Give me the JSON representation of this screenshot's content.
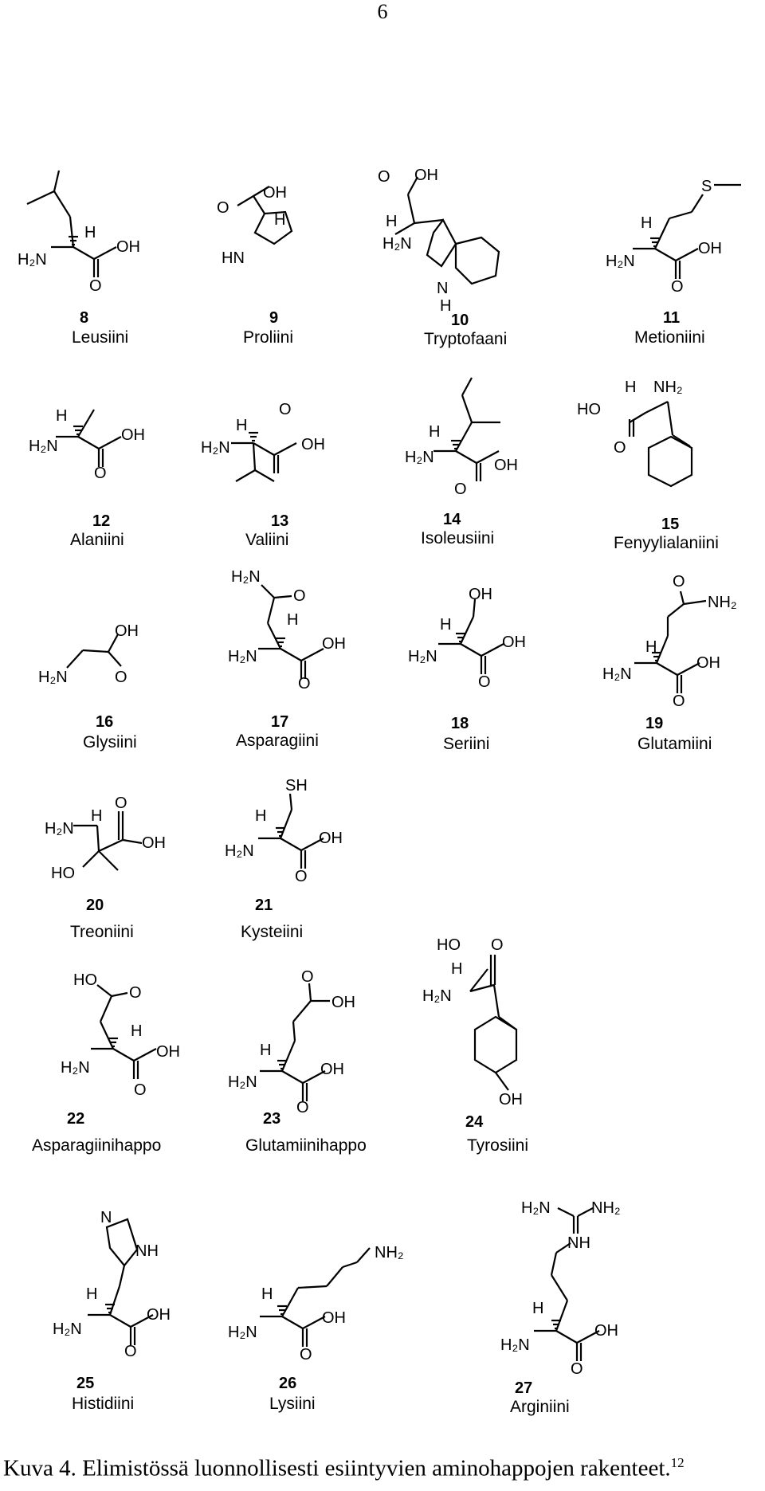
{
  "page_number": "6",
  "compounds": [
    {
      "num": "8",
      "name": "Leusiini"
    },
    {
      "num": "9",
      "name": "Proliini"
    },
    {
      "num": "10",
      "name": "Tryptofaani"
    },
    {
      "num": "11",
      "name": "Metioniini"
    },
    {
      "num": "12",
      "name": "Alaniini"
    },
    {
      "num": "13",
      "name": "Valiini"
    },
    {
      "num": "14",
      "name": "Isoleusiini"
    },
    {
      "num": "15",
      "name": "Fenyylialaniini"
    },
    {
      "num": "16",
      "name": "Glysiini"
    },
    {
      "num": "17",
      "name": "Asparagiini"
    },
    {
      "num": "18",
      "name": "Seriini"
    },
    {
      "num": "19",
      "name": "Glutamiini"
    },
    {
      "num": "20",
      "name": "Treoniini"
    },
    {
      "num": "21",
      "name": "Kysteiini"
    },
    {
      "num": "22",
      "name": "Asparagiinihappo"
    },
    {
      "num": "23",
      "name": "Glutamiinihappo"
    },
    {
      "num": "24",
      "name": "Tyrosiini"
    },
    {
      "num": "25",
      "name": "Histidiini"
    },
    {
      "num": "26",
      "name": "Lysiini"
    },
    {
      "num": "27",
      "name": "Arginiini"
    }
  ],
  "caption": {
    "text": "Kuva 4. Elimistössä luonnollisesti esiintyvien aminohappojen rakenteet.",
    "ref": "12"
  }
}
